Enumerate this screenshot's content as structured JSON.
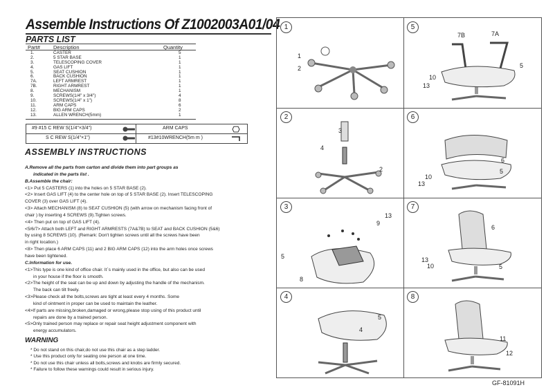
{
  "title": "Assemble Instructions Of  Z1002003A01/04",
  "parts_list": {
    "heading": "PARTS  LIST",
    "col_part": "Part#",
    "col_desc": "Description",
    "col_qty": "Quantity",
    "items": [
      {
        "num": "1.",
        "desc": "CASTER",
        "qty": "5"
      },
      {
        "num": "2.",
        "desc": "5 STAR BASE",
        "qty": "1"
      },
      {
        "num": "3.",
        "desc": "TELESCOPING COVER",
        "qty": "1"
      },
      {
        "num": "4.",
        "desc": "GAS LIFT",
        "qty": "1"
      },
      {
        "num": "5.",
        "desc": "SEAT CUSHION",
        "qty": "1"
      },
      {
        "num": "6.",
        "desc": "BACK CUSHION",
        "qty": "1"
      },
      {
        "num": "7A.",
        "desc": "LEFT ARMREST",
        "qty": "1"
      },
      {
        "num": "7B.",
        "desc": "RIGHT ARMREST",
        "qty": "1"
      },
      {
        "num": "8.",
        "desc": "MECHANISM",
        "qty": "1"
      },
      {
        "num": "9.",
        "desc": "SCREWS(1/4\" x 3/4\")",
        "qty": "4"
      },
      {
        "num": "10.",
        "desc": "SCREWS(1/4\" x 1\")",
        "qty": "8"
      },
      {
        "num": "11.",
        "desc": "ARM CAPS",
        "qty": "6"
      },
      {
        "num": "12.",
        "desc": "BIG ARM CAPS",
        "qty": "2"
      },
      {
        "num": "13.",
        "desc": "ALLEN WRENCH(5mm)",
        "qty": "1"
      }
    ]
  },
  "hardware": {
    "r1_label": "#9 #15 C REW S(1/4\"×3/4\")",
    "r1_right": "ARM CAPS",
    "r2_label": "S C REW S(1/4\"×1\")",
    "r2_right": "#13#10WRENCH(5m m )"
  },
  "assembly": {
    "heading": "ASSEMBLY    INSTRUCTIONS",
    "lines": [
      {
        "text": "A.Remove all the parts from carton and divide them into part groups as",
        "style": "b"
      },
      {
        "text": "indicated in the parts list .",
        "style": "b ind"
      },
      {
        "text": "B.Assemble the chair:",
        "style": "b"
      },
      {
        "text": "<1> Put 5 CASTERS (1) into the holes on 5 STAR BASE (2).",
        "style": ""
      },
      {
        "text": "<2> Insert GAS LIFT (4) to the center hole on top of 5 STAR BASE (2). Insert TELESCOPING",
        "style": ""
      },
      {
        "text": "COVER (3) over GAS LIFT (4).",
        "style": ""
      },
      {
        "text": "<3> Attach MECHANISM (8) to SEAT CUSHION (5) (with arrow on mechanism facing front of",
        "style": ""
      },
      {
        "text": "chair ) by inserting 4 SCREWS (9).Tighten screws.",
        "style": ""
      },
      {
        "text": "<4> Then put on top of GAS LIFT (4).",
        "style": ""
      },
      {
        "text": "<5/6/7> Attach both LEFT and RIGHT ARMRESTS (7A&7B) to SEAT and BACK CUSHION (5&6)",
        "style": ""
      },
      {
        "text": "by using 8 SCREWS (10). (Remark: Don't tighten screws until all the screws have been",
        "style": ""
      },
      {
        "text": "in right location.)",
        "style": ""
      },
      {
        "text": "<8> Then place 6 ARM CAPS (11) and 2 BIG ARM CAPS (12) into the arm holes once screws",
        "style": ""
      },
      {
        "text": "have been tightened.",
        "style": ""
      },
      {
        "text": "C.Information for use.",
        "style": "b"
      },
      {
        "text": "<1>This type is one kind of office chair. It`s mainly used in the office, but  also can be used",
        "style": ""
      },
      {
        "text": "in your house if the floor is smooth.",
        "style": "ind"
      },
      {
        "text": "<2>The height of the seat can be up and down by adjusting the handle of the mechanism.",
        "style": ""
      },
      {
        "text": "The back can tilt freely.",
        "style": "ind"
      },
      {
        "text": "<3>Please check all the bolts,screws are tight at least every 4 months. Some",
        "style": ""
      },
      {
        "text": "kind of ointment in proper can be used to maintain the leather.",
        "style": "ind"
      },
      {
        "text": "<4>If parts are missing,broken,damaged or wrong,please stop using of this product until",
        "style": ""
      },
      {
        "text": "repairs are done by a trained person.",
        "style": "ind"
      },
      {
        "text": "<5>Only trained person may replace or repair seat height adjustment component with",
        "style": ""
      },
      {
        "text": "energy accumulators.",
        "style": "ind"
      }
    ]
  },
  "warning": {
    "heading": "WARNING",
    "lines": [
      "* Do not stand on this chair,do not use this chair as a step ladder.",
      "* Use this product only for seating one person at one time.",
      "* Do not use this chair unless all bolts,screws and knobs are firmly secured.",
      "* Failure to follow these warnings could result in serious injury."
    ]
  },
  "diagrams": {
    "panels": [
      {
        "num": "1",
        "callouts": [
          "1",
          "2"
        ]
      },
      {
        "num": "2",
        "callouts": [
          "3",
          "4",
          "2"
        ]
      },
      {
        "num": "3",
        "callouts": [
          "13",
          "9",
          "5",
          "8"
        ]
      },
      {
        "num": "4",
        "callouts": [
          "5",
          "4"
        ]
      },
      {
        "num": "5",
        "callouts": [
          "7B",
          "7A",
          "5",
          "10",
          "13"
        ]
      },
      {
        "num": "6",
        "callouts": [
          "6",
          "5",
          "10",
          "13"
        ]
      },
      {
        "num": "7",
        "callouts": [
          "6",
          "13",
          "10",
          "5"
        ]
      },
      {
        "num": "8",
        "callouts": [
          "11",
          "12"
        ]
      }
    ]
  },
  "footer_code": "GF-81091H"
}
